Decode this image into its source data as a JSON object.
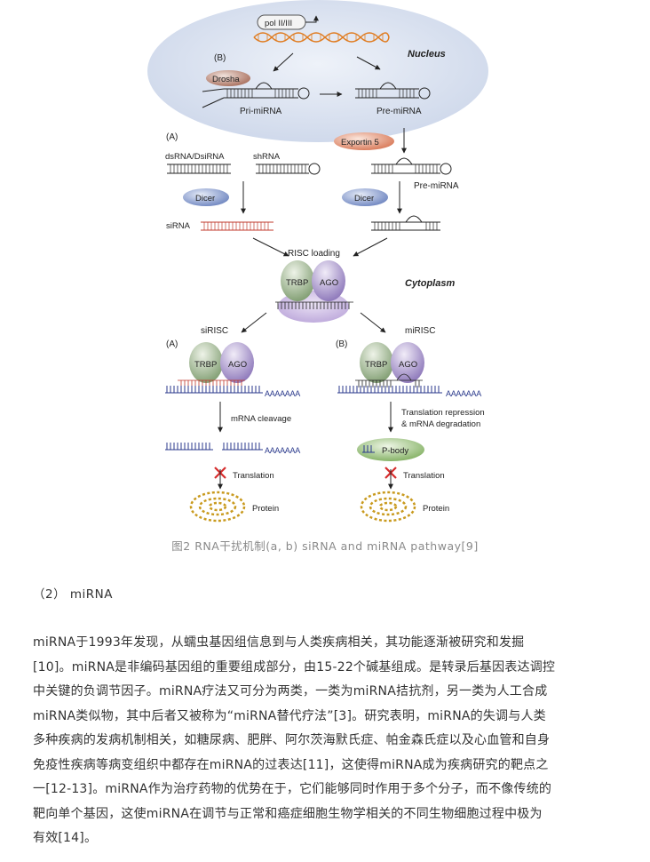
{
  "figure": {
    "nucleus_label": "Nucleus",
    "cytoplasm_label": "Cytoplasm",
    "pol_label": "pol II/III",
    "panel_b_top": "(B)",
    "drosha_label": "Drosha",
    "pri_mirna_label": "Pri-miRNA",
    "pre_mirna_label_nucleus": "Pre-miRNA",
    "panel_a_top": "(A)",
    "exportin_label": "Exportin 5",
    "dsrna_label": "dsRNA/DsiRNA",
    "shrna_label": "shRNA",
    "pre_mirna_label_cyto": "Pre-miRNA",
    "dicer_left": "Dicer",
    "dicer_right": "Dicer",
    "sirna_label": "siRNA",
    "risc_loading_label": "RISC loading",
    "trbp_center": "TRBP",
    "ago_center": "AGO",
    "sirisc_label": "siRISC",
    "mirisc_label": "miRISC",
    "panel_a_bottom": "(A)",
    "panel_b_bottom": "(B)",
    "trbp_left": "TRBP",
    "ago_left": "AGO",
    "trbp_right": "TRBP",
    "ago_right": "AGO",
    "polya_left": "AAAAAAA",
    "polya_right": "AAAAAAA",
    "polya_cleaved": "AAAAAAA",
    "mrna_cleavage_label": "mRNA cleavage",
    "translation_repression_line1": "Translation repression",
    "translation_repression_line2": "& mRNA degradation",
    "pbody_label": "P-body",
    "translation_left": "Translation",
    "translation_right": "Translation",
    "protein_left": "Protein",
    "protein_right": "Protein",
    "colors": {
      "nucleus_fill": "#dbe2f0",
      "dna": "#e07b1f",
      "rna_line": "#2b3a8c",
      "sirna": "#c0392b",
      "dicer": "#5a73b5",
      "drosha": "#a0624f",
      "exportin": "#d06a4a",
      "trbp": "#7d9b6e",
      "ago": "#8a74b8",
      "protein": "#c99a1e",
      "cross": "#d62c2c"
    }
  },
  "caption": "图2  RNA干扰机制(a, b) siRNA and miRNA pathway[9]",
  "section_heading": "（2） miRNA",
  "body_lines": [
    "miRNA于1993年发现，从蠕虫基因组信息到与人类疾病相关，其功能逐渐被研究和发掘",
    "[10]。miRNA是非编码基因组的重要组成部分，由15-22个碱基组成。是转录后基因表达调控",
    "中关键的负调节因子。miRNA疗法又可分为两类，一类为miRNA拮抗剂，另一类为人工合成",
    "miRNA类似物，其中后者又被称为“miRNA替代疗法”[3]。研究表明，miRNA的失调与人类",
    "多种疾病的发病机制相关，如糖尿病、肥胖、阿尔茨海默氏症、帕金森氏症以及心血管和自身",
    "免疫性疾病等病变组织中都存在miRNA的过表达[11]，这使得miRNA成为疾病研究的靶点之",
    "一[12-13]。miRNA作为治疗药物的优势在于，它们能够同时作用于多个分子，而不像传统的",
    "靶向单个基因，这使miRNA在调节与正常和癌症细胞生物学相关的不同生物细胞过程中极为",
    "有效[14]。"
  ]
}
